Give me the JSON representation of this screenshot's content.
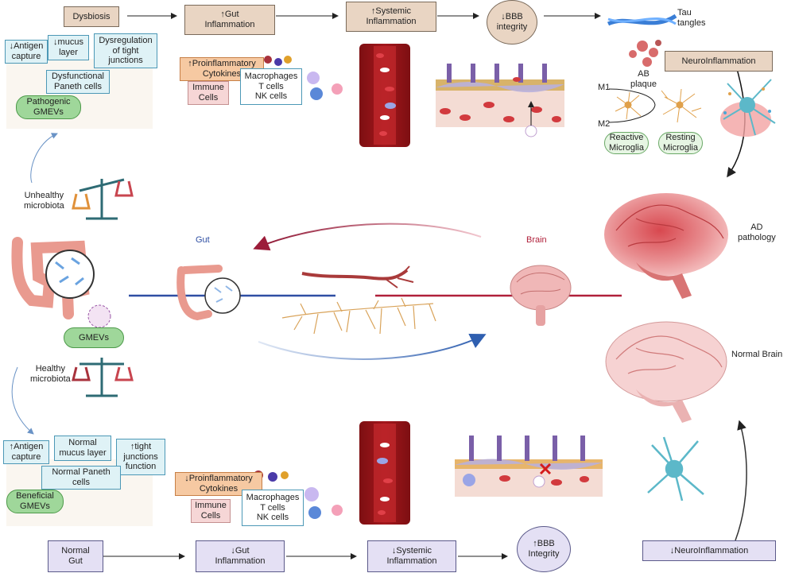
{
  "top_row": {
    "dysbiosis": "Dysbiosis",
    "gut_inflammation": "↑Gut\nInflammation",
    "systemic_inflammation": "↑Systemic\nInflammation",
    "bbb": "↓BBB\nintegrity"
  },
  "top_gut": {
    "antigen": "↓Antigen\ncapture",
    "mucus": "↓mucus\nlayer",
    "tight": "Dysregulation\nof tight\njunctions",
    "paneth": "Dysfunctional\nPaneth cells",
    "gmevs": "Pathogenic\nGMEVs"
  },
  "top_immune": {
    "cytokines": "↑Proinflammatory\nCytokines",
    "immune_cells": "Immune\nCells",
    "cell_types": "Macrophages\nT cells\nNK cells"
  },
  "top_brain": {
    "tau": "Tau\ntangles",
    "ab": "AB\nplaque",
    "neuroinflammation": "NeuroInflammation",
    "m1": "M1",
    "m2": "M2",
    "reactive": "Reactive\nMicroglia",
    "resting": "Resting\nMicroglia",
    "ad": "AD\npathology"
  },
  "middle": {
    "unhealthy": "Unhealthy\nmicrobiota",
    "gut": "Gut",
    "brain": "Brain",
    "gmevs": "GMEVs",
    "healthy": "Healthy\nmicrobiota",
    "normal_brain": "Normal Brain"
  },
  "bottom_gut": {
    "antigen": "↑Antigen\ncapture",
    "mucus": "Normal\nmucus layer",
    "tight": "↑tight\njunctions\nfunction",
    "paneth": "Normal Paneth\ncells",
    "gmevs": "Beneficial\nGMEVs"
  },
  "bottom_immune": {
    "cytokines": "↓Proinflammatory\nCytokines",
    "immune_cells": "Immune\nCells",
    "cell_types": "Macrophages\nT cells\nNK cells"
  },
  "bottom_row": {
    "normal_gut": "Normal\nGut",
    "gut_inflammation": "↓Gut\nInflammation",
    "systemic_inflammation": "↓Systemic\nInflammation",
    "bbb": "↑BBB\nIntegrity",
    "neuroinflammation": "↓NeuroInflammation"
  },
  "colors": {
    "gut_line": "#2f4fa3",
    "brain_line": "#b0203a",
    "tan_box": "#e9d5c3",
    "lavender_box": "#e4e0f4",
    "gmev_pill": "#9fd79a"
  }
}
